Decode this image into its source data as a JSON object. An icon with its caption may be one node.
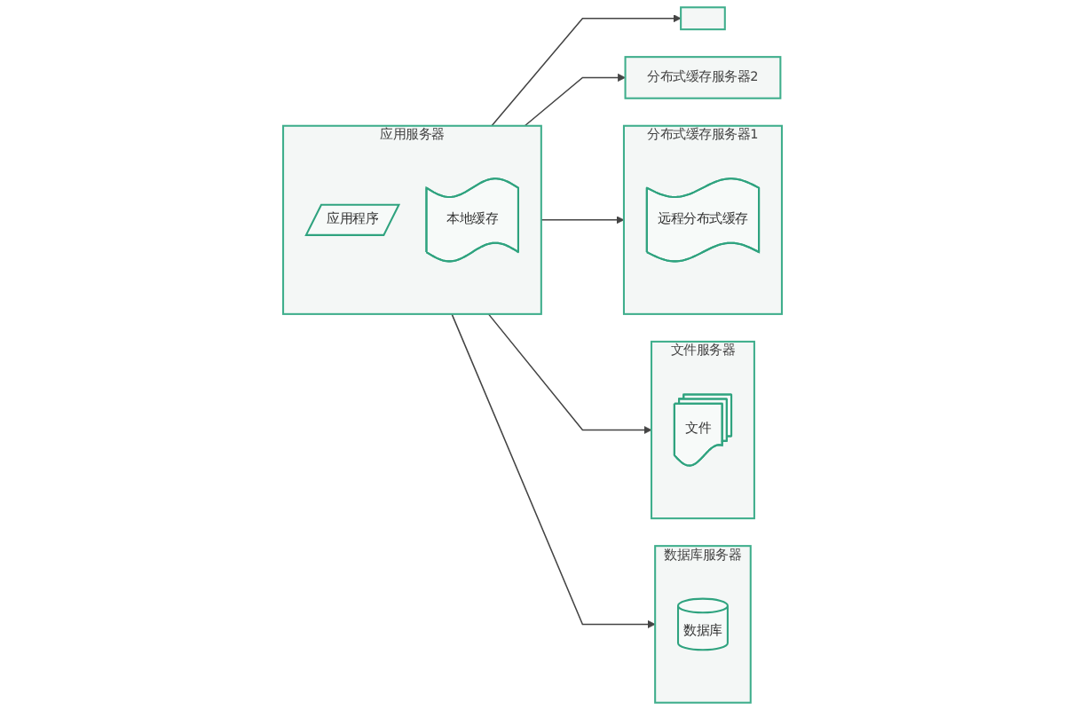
{
  "diagram": {
    "nodes": [
      {
        "text": [
          "应用服务器"
        ]
      },
      {
        "text": [
          "应用程序"
        ],
        "in": 0
      },
      {
        "text": [
          "本地缓存"
        ],
        "in": 0
      },
      {
        "text": [],
        "shape": "box"
      },
      {
        "text": [
          "分布式缓存服务器2"
        ]
      },
      {
        "text": [
          "分布式缓存服务器1"
        ]
      },
      {
        "text": [
          "远程分布式缓存"
        ],
        "in": 5
      },
      {
        "text": [
          "文件服务器"
        ]
      },
      {
        "text": [
          "文件"
        ],
        "in": 7
      },
      {
        "text": [
          "数据库服务器"
        ]
      },
      {
        "text": [
          "数据库"
        ],
        "in": 9
      }
    ],
    "edges": [
      {
        "from": 0,
        "to": 3,
        "arrow": "to"
      },
      {
        "from": 0,
        "to": 4,
        "arrow": "to"
      },
      {
        "from": 0,
        "to": 5,
        "arrow": "to"
      },
      {
        "from": 0,
        "to": 7,
        "arrow": "to"
      },
      {
        "from": 0,
        "to": 9,
        "arrow": "to"
      }
    ]
  }
}
